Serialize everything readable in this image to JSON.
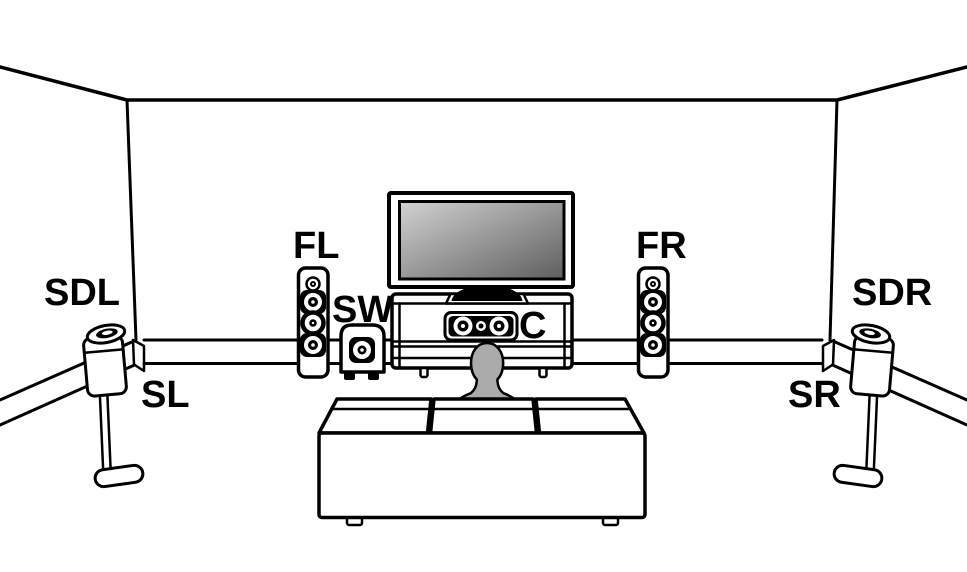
{
  "diagram": {
    "speaker_labels": {
      "surround_dolby_left": "SDL",
      "surround_left": "SL",
      "front_left": "FL",
      "subwoofer": "SW",
      "center": "C",
      "front_right": "FR",
      "surround_dolby_right": "SDR",
      "surround_right": "SR"
    },
    "colors": {
      "outline": "#000000",
      "background": "#ffffff",
      "listener_fill": "#ababab",
      "tv_screen_gradient_start": "#d2d2d2",
      "tv_screen_gradient_end": "#5e5e5e"
    }
  }
}
